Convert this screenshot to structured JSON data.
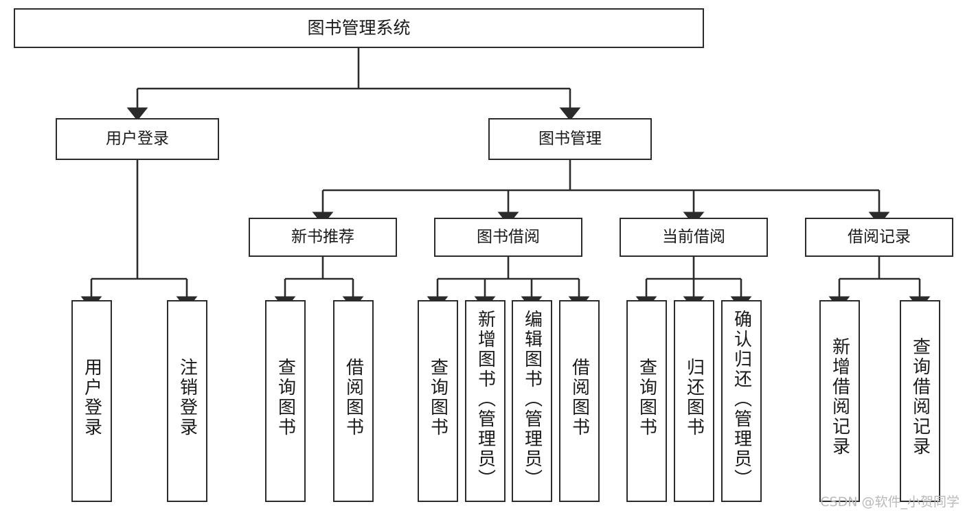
{
  "diagram": {
    "title": "图书管理系统",
    "type": "tree-hierarchy",
    "colors": {
      "stroke": "#2b2b2b",
      "fill": "#ffffff",
      "text": "#1a1a1a",
      "watermark": "#b9b9b9"
    },
    "nodes": {
      "root": {
        "label": "图书管理系统",
        "level": 0
      },
      "level1": [
        {
          "id": "user-login",
          "label": "用户登录"
        },
        {
          "id": "book-management",
          "label": "图书管理"
        }
      ],
      "level2": [
        {
          "id": "new-book-recommend",
          "label": "新书推荐",
          "parent": "book-management"
        },
        {
          "id": "book-borrow",
          "label": "图书借阅",
          "parent": "book-management"
        },
        {
          "id": "current-borrow",
          "label": "当前借阅",
          "parent": "book-management"
        },
        {
          "id": "borrow-record",
          "label": "借阅记录",
          "parent": "book-management"
        }
      ],
      "leaves": [
        {
          "id": "leaf-user-login",
          "label": "用户登录",
          "parent": "user-login"
        },
        {
          "id": "leaf-logout-login",
          "label": "注销登录",
          "parent": "user-login"
        },
        {
          "id": "leaf-query-book-1",
          "label": "查询图书",
          "parent": "new-book-recommend"
        },
        {
          "id": "leaf-borrow-book-1",
          "label": "借阅图书",
          "parent": "new-book-recommend"
        },
        {
          "id": "leaf-query-book-2",
          "label": "查询图书",
          "parent": "book-borrow"
        },
        {
          "id": "leaf-add-book",
          "label": "新增图书（管理员）",
          "parent": "book-borrow"
        },
        {
          "id": "leaf-edit-book",
          "label": "编辑图书（管理员）",
          "parent": "book-borrow"
        },
        {
          "id": "leaf-borrow-book-2",
          "label": "借阅图书",
          "parent": "book-borrow"
        },
        {
          "id": "leaf-query-book-3",
          "label": "查询图书",
          "parent": "current-borrow"
        },
        {
          "id": "leaf-return-book",
          "label": "归还图书",
          "parent": "current-borrow"
        },
        {
          "id": "leaf-confirm-return",
          "label": "确认归还（管理员）",
          "parent": "current-borrow"
        },
        {
          "id": "leaf-add-record",
          "label": "新增借阅记录",
          "parent": "borrow-record"
        },
        {
          "id": "leaf-query-record",
          "label": "查询借阅记录",
          "parent": "borrow-record"
        }
      ]
    },
    "watermark": "CSDN @软件_小贺同学"
  }
}
